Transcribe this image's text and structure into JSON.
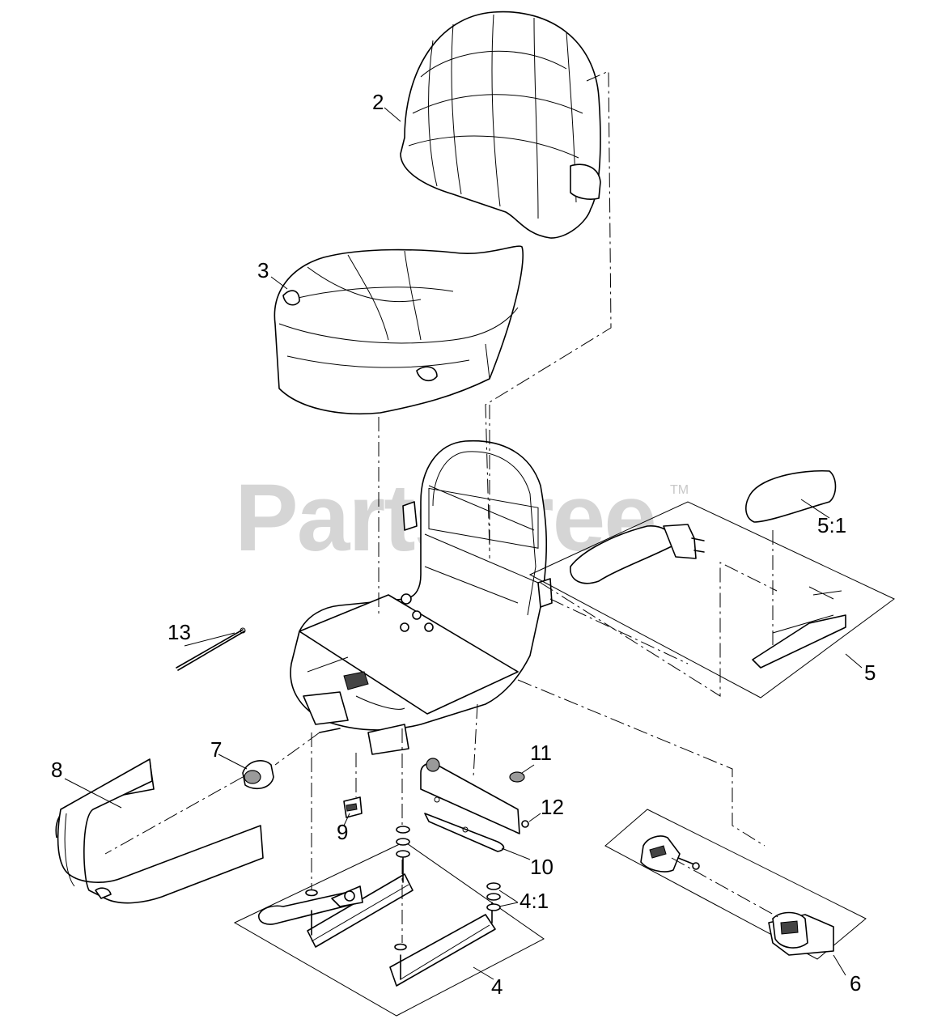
{
  "watermark": {
    "text": "PartsTree",
    "tm": "TM"
  },
  "callouts": {
    "c2": "2",
    "c3": "3",
    "c5_1": "5:1",
    "c5": "5",
    "c13": "13",
    "c7": "7",
    "c8": "8",
    "c9": "9",
    "c11": "11",
    "c12": "12",
    "c10": "10",
    "c4_1": "4:1",
    "c4": "4",
    "c6": "6"
  }
}
